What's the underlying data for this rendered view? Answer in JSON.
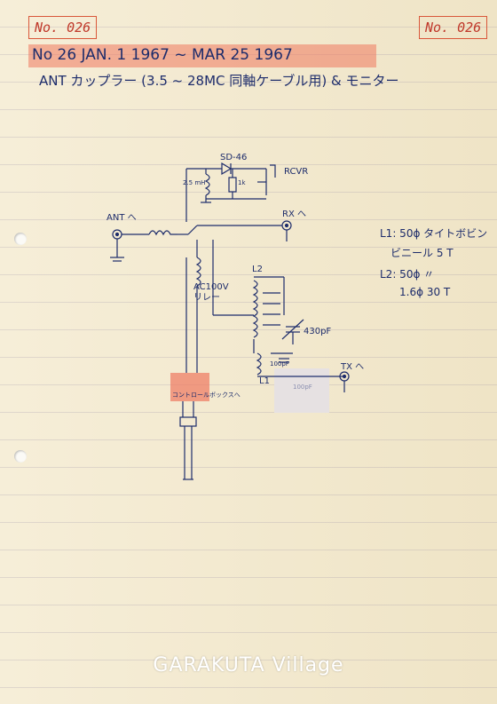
{
  "tags": {
    "left": "No. 026",
    "right": "No. 026"
  },
  "header": {
    "line": "No 26   JAN. 1  1967 ~  MAR 25   1967"
  },
  "subtitle": "ANT カップラー (3.5 ~ 28MC 同軸ケーブル用) & モニター",
  "schematic_labels": {
    "diode": "SD-46",
    "rcvr": "RCVR",
    "coil_value": "2.5 mH",
    "res_value": "1k",
    "ant": "ANT へ",
    "rx": "RX へ",
    "relay": "AC100V リレー",
    "l2": "L2",
    "cap": "430pF",
    "cap2": "100pF",
    "l1": "L1",
    "tx": "TX へ",
    "control_box": "コントロールボックスへ",
    "grey_cap": "100pF"
  },
  "notes": {
    "line1": "L1: 50ϕ タイトボビン",
    "line2": "ビニール   5 T",
    "line3": "L2: 50ϕ 〃",
    "line4": "1.6ϕ 30 T"
  },
  "watermark": "GARAKUTA Village",
  "colors": {
    "ink": "#1d2c6b",
    "highlight": "#ee785f",
    "tag_border": "#d9573a"
  }
}
